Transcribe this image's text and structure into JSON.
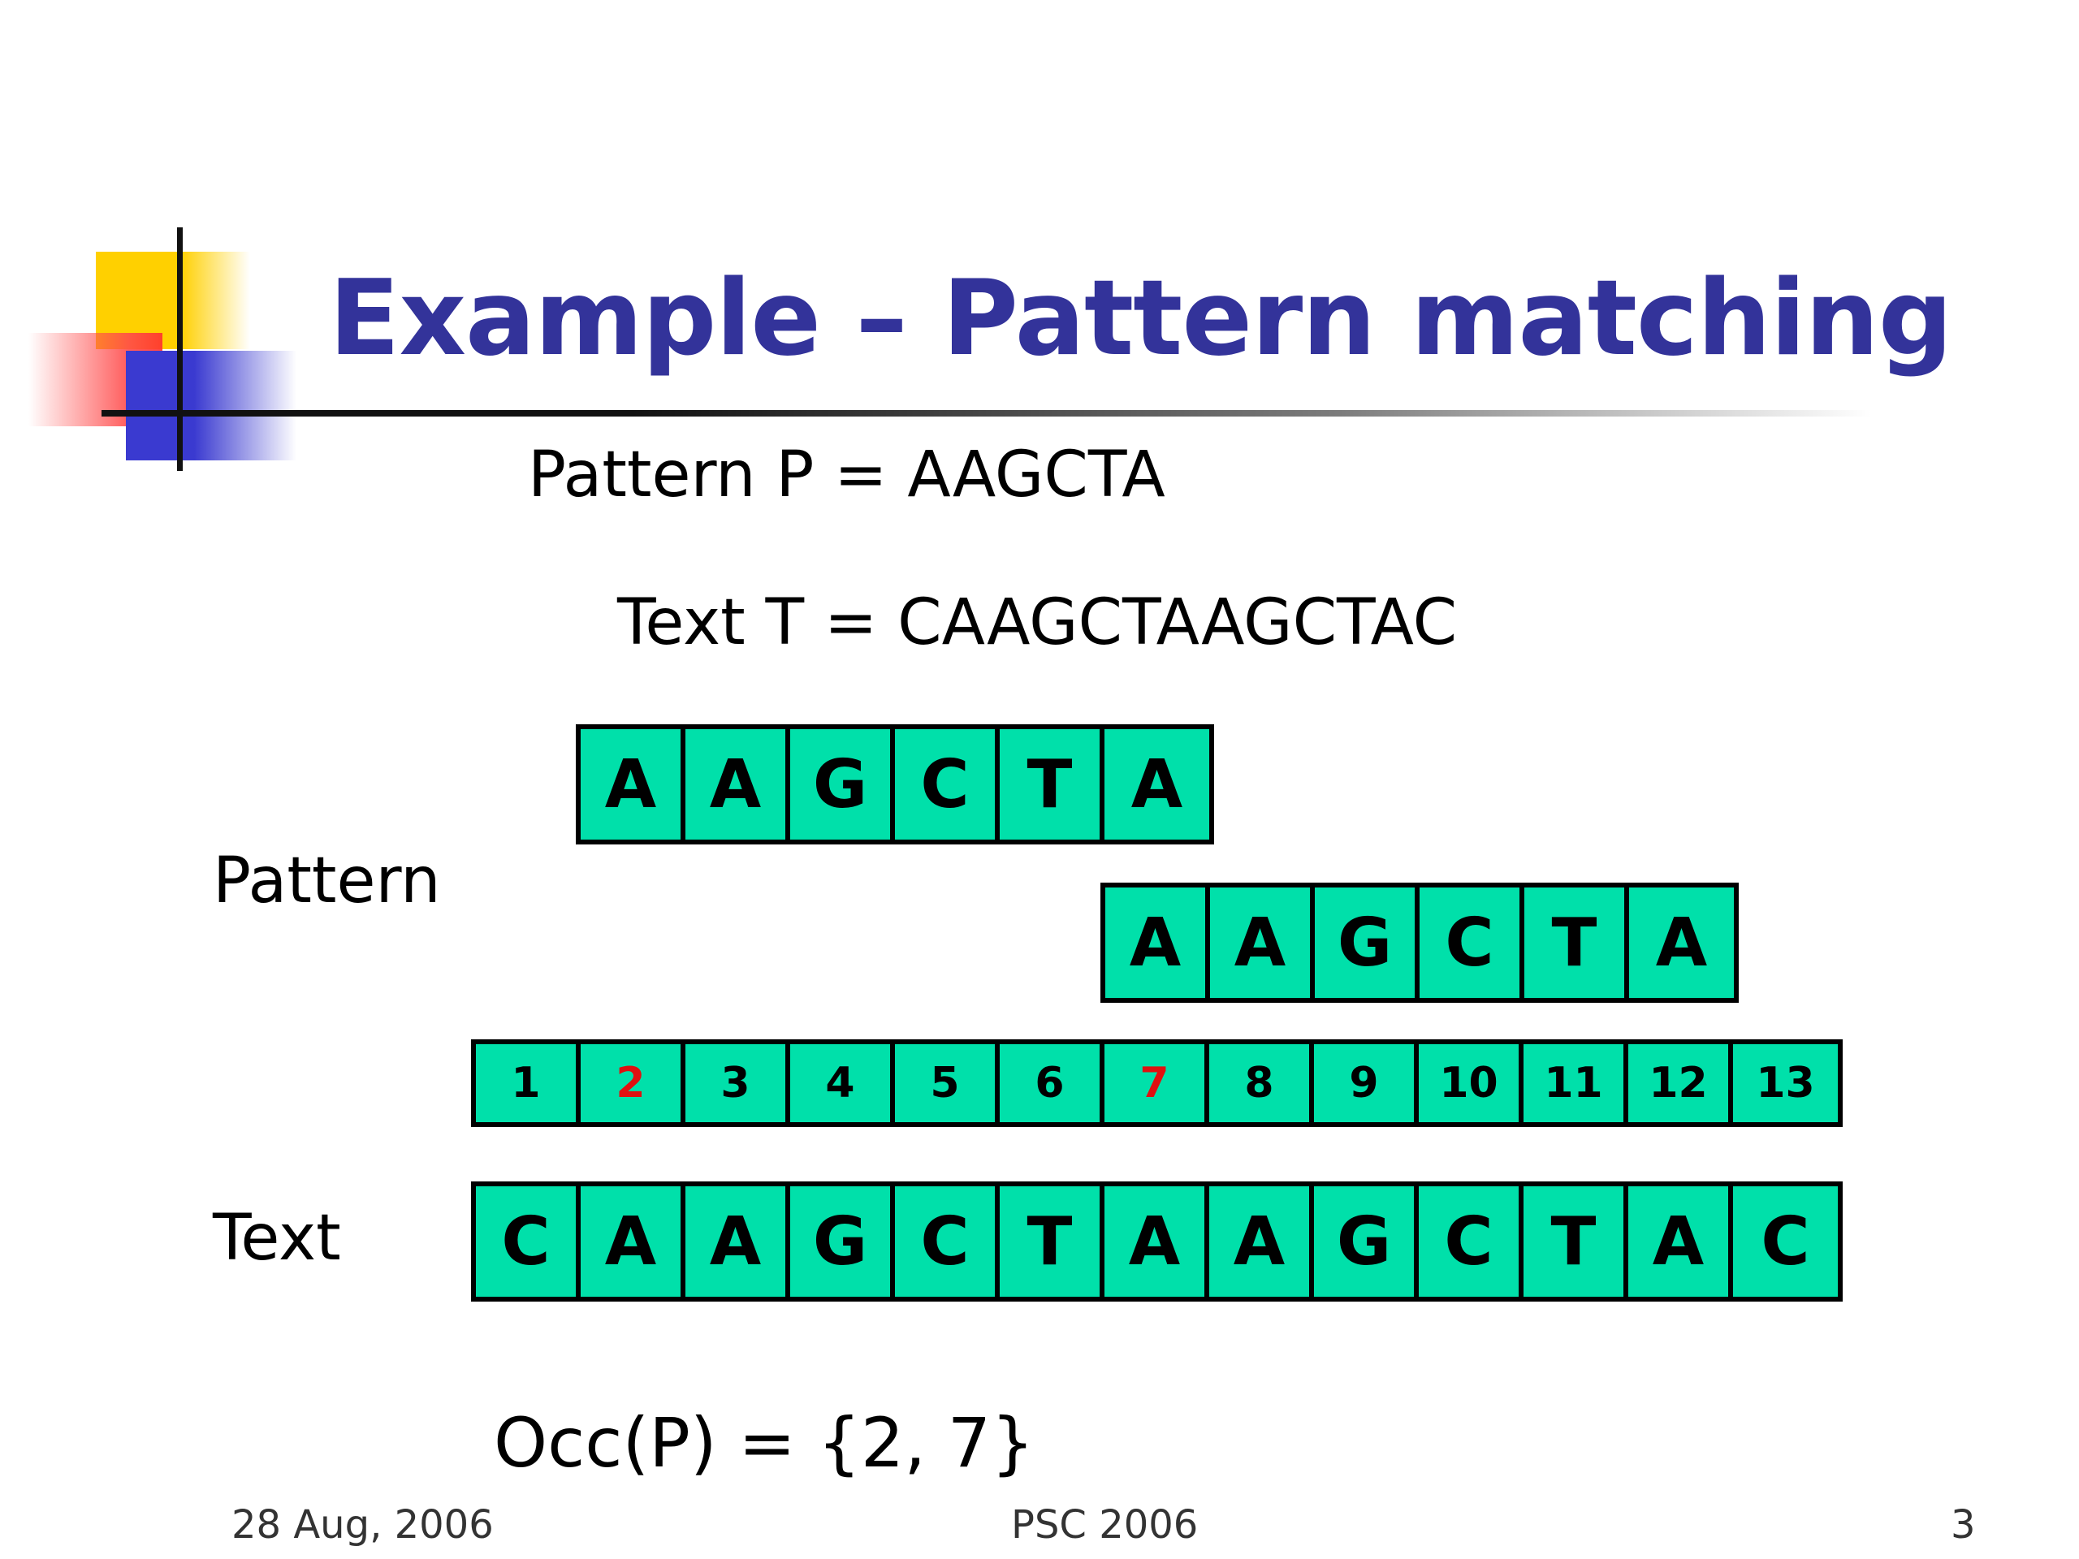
{
  "title": "Example – Pattern matching",
  "pattern_line": "Pattern P = AAGCTA",
  "text_line": "Text T = CAAGCTAAGCTAC",
  "labels": {
    "pattern": "Pattern",
    "text": "Text"
  },
  "pattern_rows": [
    {
      "offset": 2,
      "letters": [
        "A",
        "A",
        "G",
        "C",
        "T",
        "A"
      ]
    },
    {
      "offset": 7,
      "letters": [
        "A",
        "A",
        "G",
        "C",
        "T",
        "A"
      ]
    }
  ],
  "positions": [
    "1",
    "2",
    "3",
    "4",
    "5",
    "6",
    "7",
    "8",
    "9",
    "10",
    "11",
    "12",
    "13"
  ],
  "highlighted_positions": [
    "2",
    "7"
  ],
  "text_letters": [
    "C",
    "A",
    "A",
    "G",
    "C",
    "T",
    "A",
    "A",
    "G",
    "C",
    "T",
    "A",
    "C"
  ],
  "occ_line": "Occ(P) = {2, 7}",
  "footer": {
    "date": "28 Aug, 2006",
    "center": "PSC 2006",
    "page": "3"
  },
  "colors": {
    "title": "#33339a",
    "cell": "#00e0aa",
    "highlight": "#e01010"
  }
}
